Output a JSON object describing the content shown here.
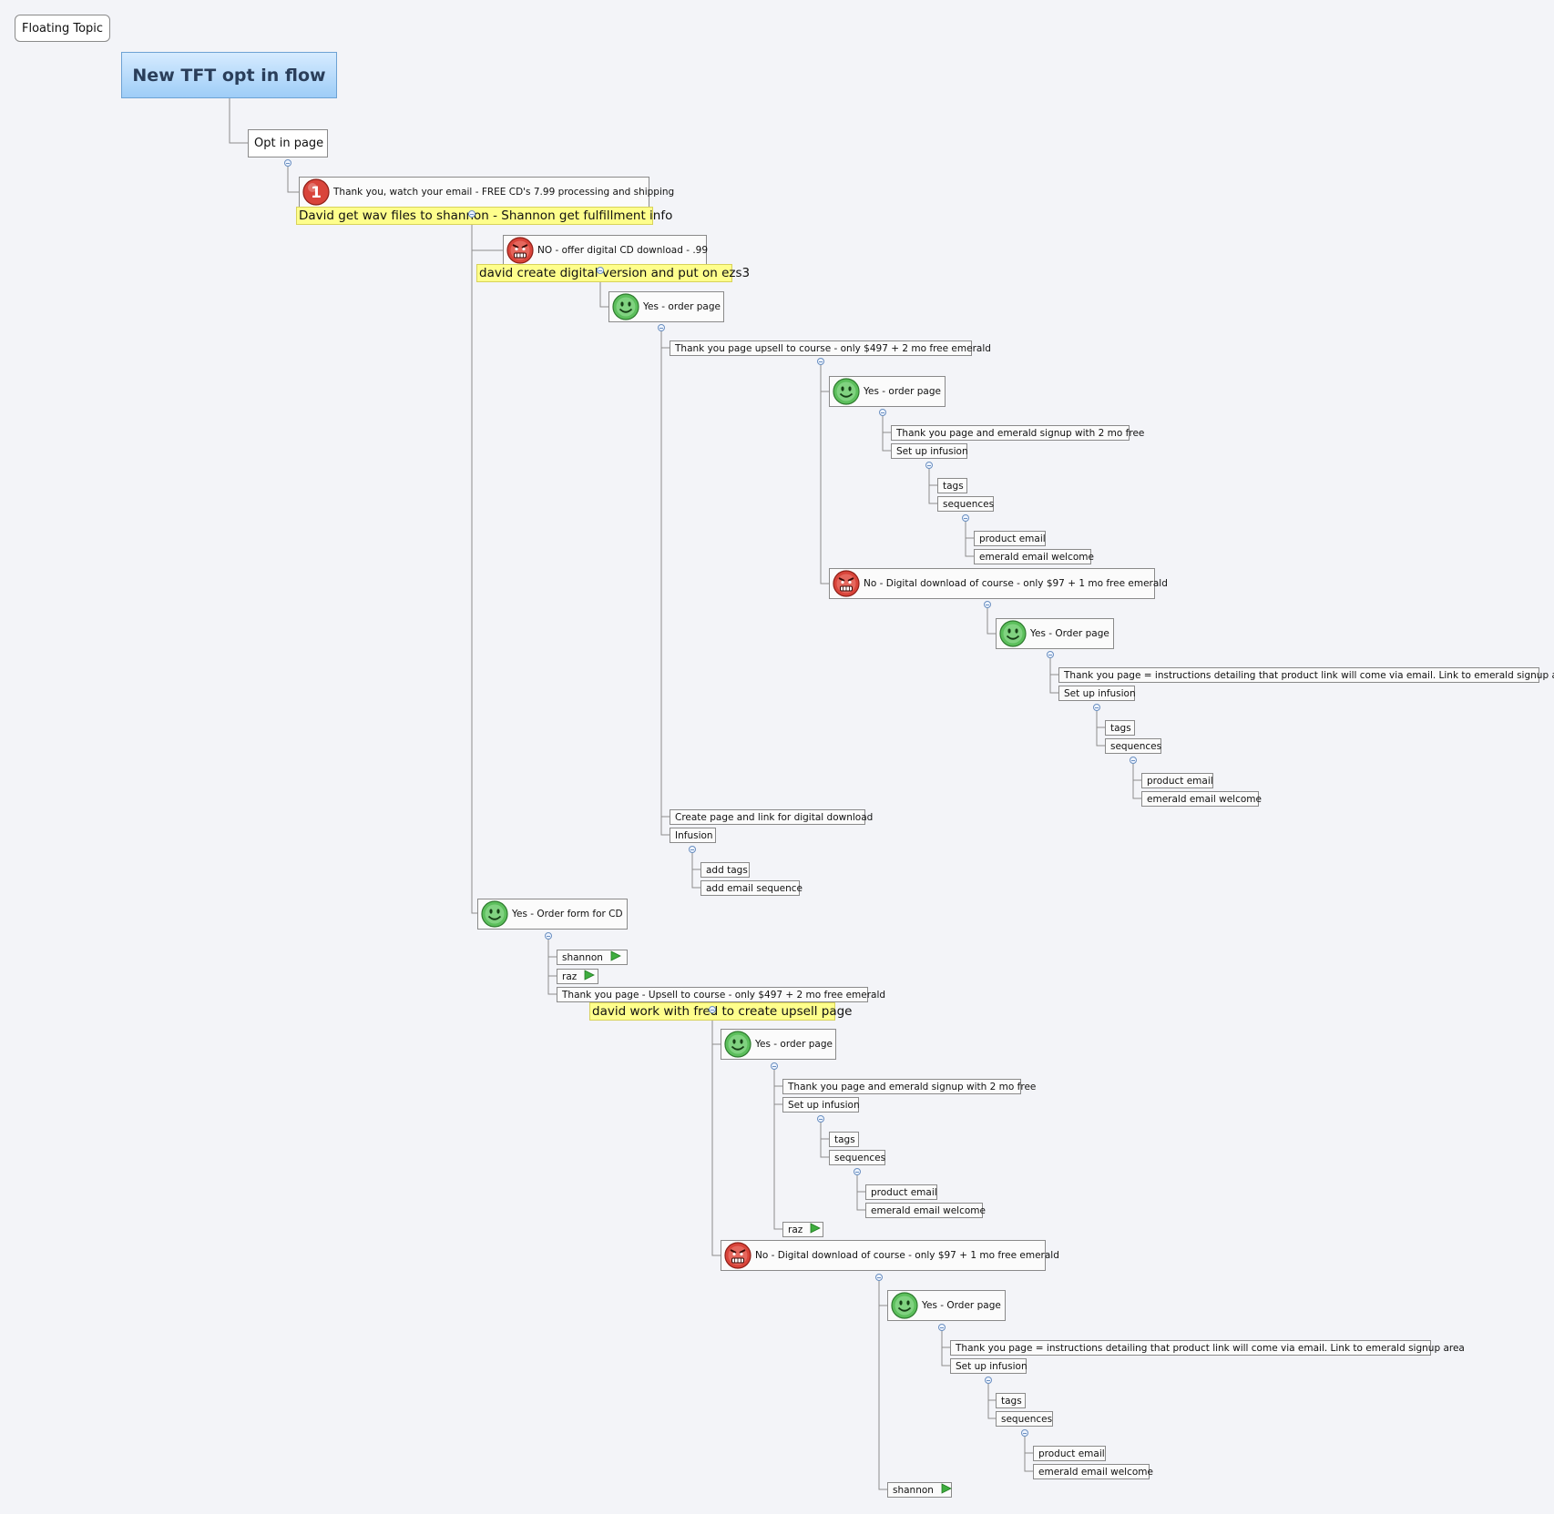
{
  "floating_topic": "Floating Topic",
  "central_topic": "New TFT opt in flow",
  "opt_in_page": "Opt in page",
  "branch_1": {
    "label": "Thank you, watch your email - FREE CD's 7.99 processing and shipping",
    "icon": "priority-1-icon",
    "callout": "David get wav files to shannon - Shannon get fulfillment info"
  },
  "no_digital_cd": {
    "label": "NO - offer digital CD download - .99",
    "icon": "angry-face-icon",
    "callout": "david create digital version and put on ezs3"
  },
  "yes_order_page_1": "Yes - order page",
  "thank_you_upsell_1": "Thank you page upsell to course - only $497 + 2 mo free emerald",
  "yes_order_page_2": "Yes - order page",
  "ty_emerald_signup_1": "Thank you page and emerald signup with 2 mo free",
  "set_up_infusion_1": "Set up infusion",
  "tags_1": "tags",
  "sequences_1": "sequences",
  "product_email_1": "product email",
  "emerald_welcome_1": "emerald email welcome",
  "no_digital_course_1": "No - Digital download of course - only $97 + 1 mo free emerald",
  "yes_order_page_cap_1": "Yes - Order page",
  "ty_instructions_1": "Thank you page = instructions detailing that product link will come via email. Link to emerald signup area",
  "set_up_infusion_2": "Set up infusion",
  "tags_2": "tags",
  "sequences_2": "sequences",
  "product_email_2": "product email",
  "emerald_welcome_2": "emerald email welcome",
  "create_page_link": "Create page and link for digital download",
  "infusion": "Infusion",
  "add_tags": "add tags",
  "add_email_sequence": "add email sequence",
  "yes_order_form_cd": "Yes - Order form for CD",
  "shannon_1": "shannon",
  "raz_1": "raz",
  "thank_you_upsell_2": "Thank you page - Upsell to course - only $497 + 2 mo free emerald",
  "callout_upsell": "david work with fred to create upsell page",
  "yes_order_page_3": "Yes - order page",
  "ty_emerald_signup_2": "Thank you page and emerald signup with 2 mo free",
  "set_up_infusion_3": "Set up infusion",
  "tags_3": "tags",
  "sequences_3": "sequences",
  "product_email_3": "product email",
  "emerald_welcome_3": "emerald email welcome",
  "raz_2": "raz",
  "no_digital_course_2": "No - Digital download of course - only $97 + 1 mo free emerald",
  "yes_order_page_cap_2": "Yes - Order page",
  "ty_instructions_2": "Thank you page = instructions detailing that product link will come via email. Link to emerald signup area",
  "set_up_infusion_4": "Set up infusion",
  "tags_4": "tags",
  "sequences_4": "sequences",
  "product_email_4": "product email",
  "emerald_welcome_4": "emerald email welcome",
  "shannon_2": "shannon",
  "colors": {
    "central_fill": "#9ecdf7",
    "callout_fill": "#fefe8c",
    "line": "#8c8c8c",
    "happy_face": "#5cbf5c",
    "angry_face": "#d9443a"
  }
}
